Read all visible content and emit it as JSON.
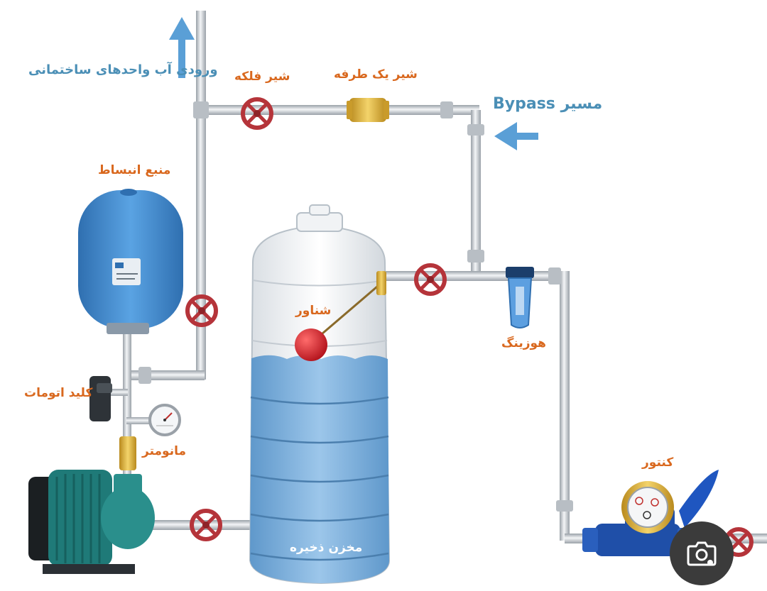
{
  "labels": {
    "inlet": "ورودی آب واحدهای ساختمانی",
    "flat_valve": "شیر فلکه",
    "check_valve": "شیر یک طرفه",
    "bypass_en": "Bypass",
    "bypass_fa": "مسیر",
    "expansion_tank": "منبع انبساط",
    "float": "شناور",
    "filter": "هوزینگ",
    "pressure_switch": "کلید اتومات",
    "manometer": "مانومتر",
    "meter": "کنتور",
    "storage_tank": "مخزن ذخیره"
  },
  "colors": {
    "pipe": "#c9ced3",
    "valve": "#b5343a",
    "water": "#7eb0dc",
    "expansion_tank": "#4a8fd0",
    "pump": "#1f7a78",
    "float": "#d0202a",
    "label_orange": "#d9681e",
    "label_blue": "#4b8fb6"
  },
  "icons": {
    "arrow_up": "up-arrow-icon",
    "arrow_left": "left-arrow-icon",
    "camera": "camera-search-icon"
  }
}
